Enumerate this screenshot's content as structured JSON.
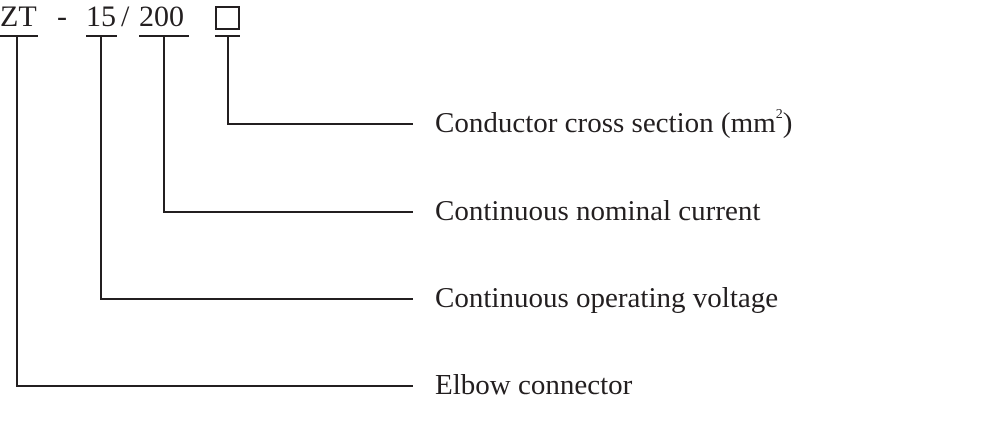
{
  "code": {
    "prefix": "ZT",
    "dash": "-",
    "voltage": "15",
    "slash": "/",
    "current": "200"
  },
  "labels": {
    "cross_section": "Conductor cross section (mm",
    "cross_section_sup": "2",
    "cross_section_end": ")",
    "nominal_current": "Continuous nominal current",
    "operating_voltage": "Continuous operating voltage",
    "elbow": "Elbow connector"
  },
  "colors": {
    "ink": "#231f20"
  }
}
